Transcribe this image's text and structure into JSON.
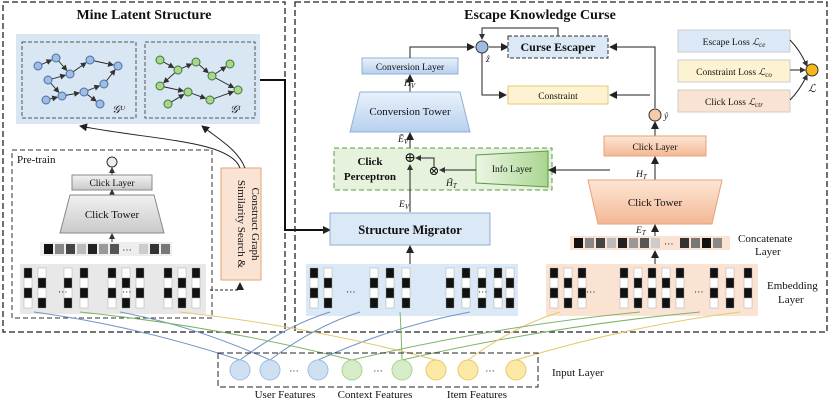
{
  "sections": {
    "mine_latent_structure": "Mine Latent Structure",
    "escape_knowledge_curse": "Escape Knowledge Curse",
    "pretrain": "Pre-train"
  },
  "graphs": {
    "left": "𝒢ᵁ",
    "right": "𝒢ᴵ"
  },
  "pretrain": {
    "click_layer": "Click Layer",
    "click_tower": "Click Tower",
    "dots": "···"
  },
  "side_label": {
    "line1": "Similarity Search &",
    "line2": "Construct Graph"
  },
  "blocks": {
    "conversion_layer": "Conversion Layer",
    "conversion_tower": "Conversion Tower",
    "click_perceptron_1": "Click",
    "click_perceptron_2": "Perceptron",
    "info_layer": "Info Layer",
    "structure_migrator": "Structure Migrator",
    "curse_escaper": "Curse Escaper",
    "constraint": "Constraint",
    "click_layer": "Click Layer",
    "click_tower": "Click Tower"
  },
  "symbols": {
    "hv": "H",
    "hv_sub": "V",
    "ev_tilde": "Ẽ",
    "ev_tilde_sub": "V",
    "ev": "E",
    "ev_sub": "V",
    "ht_tilde": "H̃",
    "ht_tilde_sub": "T",
    "ht": "H",
    "ht_sub": "T",
    "et": "E",
    "et_sub": "T",
    "z_hat": "ẑ",
    "y_hat": "ŷ",
    "plus": "⊕",
    "times": "⊗",
    "loss": "ℒ"
  },
  "losses": [
    {
      "text": "Escape Loss ",
      "sym": "ℒ",
      "sub": "ce",
      "color": "#dbe8f6"
    },
    {
      "text": "Constraint Loss ",
      "sym": "ℒ",
      "sub": "co",
      "color": "#fdf3d2"
    },
    {
      "text": "Click Loss ",
      "sym": "ℒ",
      "sub": "ctr",
      "color": "#fbe3d4"
    }
  ],
  "layer_labels": {
    "concatenate_1": "Concatenate",
    "concatenate_2": "Layer",
    "embedding_1": "Embedding",
    "embedding_2": "Layer",
    "input": "Input Layer"
  },
  "features": {
    "user": "User Features",
    "context": "Context Features",
    "item": "Item Features"
  },
  "colors": {
    "blue_fill": "#dbe8f6",
    "blue_stroke": "#8fb0d8",
    "green_fill": "#d6ecc9",
    "green_stroke": "#5a9a48",
    "orange_fill": "#fbe3d4",
    "orange_stroke": "#e7a27a",
    "yellow_node": "#fde9a6",
    "gray_fill": "#e9e9e9"
  }
}
